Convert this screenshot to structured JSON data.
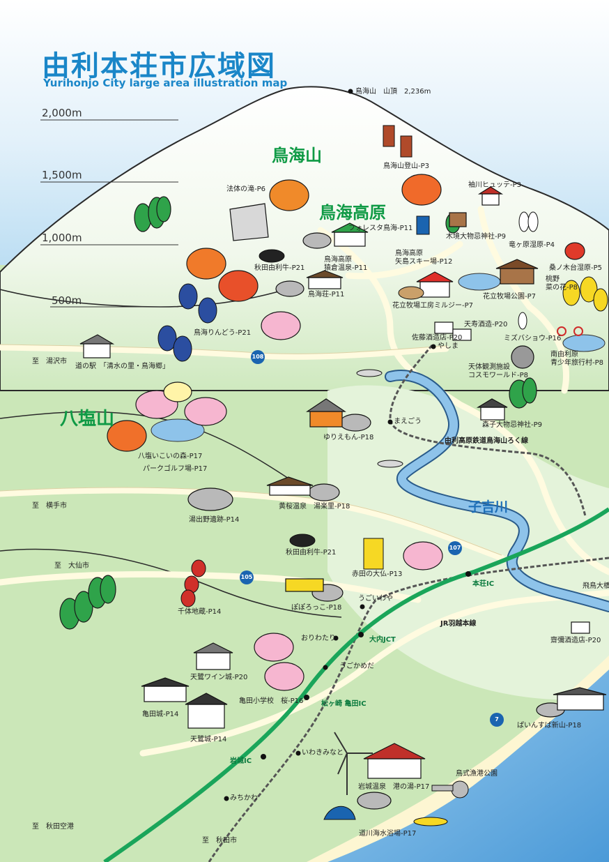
{
  "title": "由利本荘市広域図",
  "subtitle": "Yurihonjo City large area illustration map",
  "elevations": [
    "2,000m",
    "1,500m",
    "1,000m",
    "500m"
  ],
  "summit": "鳥海山　山頂　2,236m",
  "regions": {
    "chokai_mt": "鳥海山",
    "chokai_plateau": "鳥海高原",
    "yashio": "八塩山"
  },
  "river": "子吉川",
  "routes": {
    "r108": "108",
    "r107": "107",
    "r105": "105",
    "r7": "7"
  },
  "railways": {
    "chokai_line": "由利高原鉄道鳥海山ろく線",
    "uetsu_line": "JR羽越本線"
  },
  "interchanges": {
    "honjo": "本荘IC",
    "ouchi": "大内JCT",
    "matsugasaki": "松ヶ崎 亀田IC",
    "iwaki": "岩城IC"
  },
  "stations": [
    "やしま",
    "まえごう",
    "うごいわや",
    "おりわたり",
    "うごかめだ",
    "いわきみなと",
    "みちかわ"
  ],
  "directions": [
    "至　湯沢市",
    "至　横手市",
    "至　大仙市",
    "至　秋田空港",
    "至　秋田市"
  ],
  "places": {
    "chokai_climb": "鳥海山登山-P3",
    "hottai_falls": "法体の滝-P6",
    "hutte": "袖川ヒュッテ-P3",
    "foresta": "フォレスタ鳥海-P11",
    "sarukura_onsen": "鳥海高原\n猿倉温泉-P11",
    "ski": "鳥海高原\n矢島スキー場-P12",
    "omonoimi_shrine1": "木境大物忌神社-P9",
    "ryugahara": "竜ヶ原湿原-P4",
    "kuwanoki": "桑ノ木台湿原-P5",
    "momono": "桃野\n菜の花-P8",
    "yurigyu1": "秋田由利牛-P21",
    "chokaiso": "鳥海荘-P11",
    "milsey": "花立牧場工房ミルジー-P7",
    "hanadate_park": "花立牧場公園-P7",
    "rindo": "鳥海りんどう-P21",
    "tenju": "天寿酒造-P20",
    "sato_shuzo": "佐藤酒造店-P20",
    "mizubasho": "ミズバショウ-P16",
    "michinoeki": "道の駅　「清水の里・鳥海郷」",
    "minami_yuri": "南由利原\n青少年旅行村-P8",
    "cosmo": "天体観測施設\nコスモワールド-P8",
    "morikodai": "森子大物忌神社-P9",
    "yuriemon": "ゆりえもん-P18",
    "yashio_forest": "八塩いこいの森-P17",
    "park_golf": "パークゴルフ場-P17",
    "ohzakura": "黄桜温泉　湯楽里-P18",
    "yudeno": "湯出野遺跡-P14",
    "yurigyu2": "秋田由利牛-P21",
    "akata": "赤田の大仏-P13",
    "sentai": "千体地蔵-P14",
    "hoporokko": "ぽぽろっこ-P18",
    "tobishima": "飛鳥大橋",
    "saiya": "齋彌酒造店-P20",
    "tenku_wine": "天鷺ワイン城-P20",
    "kameda_school": "亀田小学校　桜-P16",
    "kameda_castle": "亀田城-P14",
    "tenro_castle": "天鷺城-P14",
    "painsuba": "ぱいんすば新山-P18",
    "torishiki": "鳥式漁港公園",
    "iwaki_onsen": "岩城温泉　港の湯-P17",
    "michikawa_beach": "道川海水浴場-P17"
  },
  "colors": {
    "sky": "#cfe6f6",
    "mountain": "#ffffff",
    "green": "#c9e6b6",
    "road": "#fffbe0",
    "highway": "#1aa55a",
    "river": "#7fb5e0",
    "sea": "#6aaee0",
    "title": "#1a86c8"
  },
  "icons": [
    "tree-icon",
    "autumn-tree-icon",
    "sakura-tree-icon",
    "waterfall-icon",
    "building-icon",
    "cow-icon",
    "hiker-icon",
    "snowboarder-icon",
    "windmill-icon",
    "cyclist-icon",
    "lighthouse-icon",
    "fish-icon"
  ]
}
